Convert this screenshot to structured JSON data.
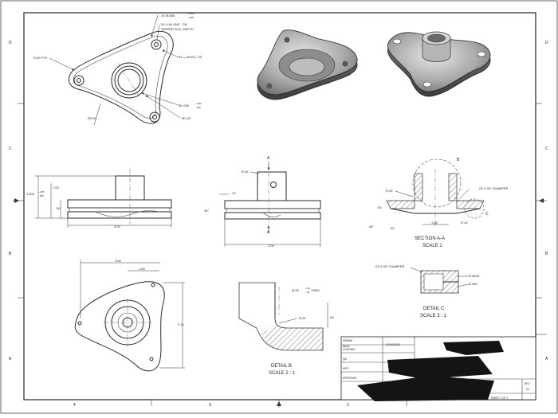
{
  "border": {
    "zone_letters": [
      "D",
      "C",
      "B",
      "A"
    ],
    "zone_numbers": [
      "4",
      "3",
      "2"
    ]
  },
  "top_view": {
    "hole_note": [
      "3X Ø.085",
      "+.005",
      "-.005"
    ],
    "tap_note": [
      "3X 4-40 UNC - 2B",
      "TAPPED FULL DEPTH"
    ],
    "cbore_note": "3X ⌴ Ø.50 ↧ .25",
    "r50_typ": "R.50 TYP",
    "bore": [
      "Ø1.000",
      "+.003",
      "-.002"
    ],
    "od": "Ø1.20",
    "r5": "R5.00"
  },
  "front_view": {
    "height": [
      "1.500",
      "+.005",
      "-.005"
    ],
    "h1": "1.00",
    "h2": ".50",
    "width": "4.00"
  },
  "side_view": {
    "r05": "R.05",
    "d10": ".10",
    "ang": "45°",
    "width": "4.00",
    "sect_a_top": "A",
    "sect_a_bot": "A"
  },
  "section_aa": {
    "title": "SECTION A-A",
    "scale": "SCALE 1",
    "r25": "R.25",
    "chamfer": ".03 X 45° CHAMFER",
    "d125": "1.25",
    "r13": "R.13",
    "d25": ".25",
    "ang": "45°",
    "d50": ".50",
    "ref_b": "B",
    "ref_c": "C"
  },
  "bottom_view": {
    "d300": "3.00",
    "d100": "1.00",
    "d310": "3.10"
  },
  "detail_b": {
    "title": "DETAIL B",
    "scale": "SCALE 2 : 1",
    "hole": [
      "Ø.25",
      "+.01",
      "-.01",
      "THRU"
    ],
    "r25": "R.25",
    "d63": ".63"
  },
  "detail_c": {
    "title": "DETAIL C",
    "scale": "SCALE 2 : 1",
    "chamfer": ".03 X 45° CHAMFER",
    "r0625": "R.0625",
    "r025": "R.025"
  },
  "title_block": {
    "rows": [
      "DRAWN",
      "CHECKED",
      "QA",
      "MFG",
      "APPROVED"
    ],
    "drawn_name": "Name",
    "drawn_date": "3/10/2023",
    "rev_label": "REV",
    "rev_value": "23",
    "sheet": "SHEET 1 OF 1"
  }
}
